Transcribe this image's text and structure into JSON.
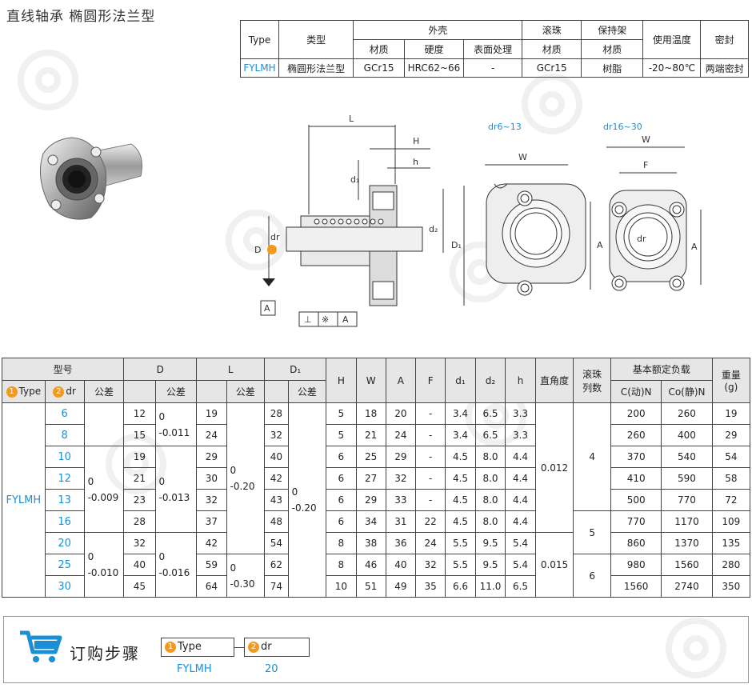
{
  "title": "直线轴承  椭圆形法兰型",
  "spec_table": {
    "headers": {
      "type": "Type",
      "category": "类型",
      "shell": "外壳",
      "ball": "滚珠",
      "cage": "保持架",
      "temp": "使用温度",
      "seal": "密封",
      "material": "材质",
      "hardness": "硬度",
      "surface": "表面处理"
    },
    "row": {
      "type": "FYLMH",
      "category": "椭圆形法兰型",
      "shell_material": "GCr15",
      "shell_hardness": "HRC62~66",
      "shell_surface": "-",
      "ball_material": "GCr15",
      "cage_material": "树脂",
      "temp": "-20~80℃",
      "seal": "两端密封"
    }
  },
  "drawing_labels": {
    "L": "L",
    "H": "H",
    "h": "h",
    "d1": "d₁",
    "d2": "d₂",
    "D1": "D₁",
    "D": "D",
    "dr": "dr",
    "datum": "A",
    "perp": "⊥",
    "star": "※",
    "dr_small": "dr6~13",
    "dr_large": "dr16~30",
    "W": "W",
    "A": "A",
    "F": "F"
  },
  "main_table": {
    "headers": {
      "model": "型号",
      "type": "Type",
      "dr": "dr",
      "tol": "公差",
      "D": "D",
      "L": "L",
      "D1": "D₁",
      "H": "H",
      "W": "W",
      "A": "A",
      "F": "F",
      "d1": "d₁",
      "d2": "d₂",
      "h": "h",
      "perp": "直角度",
      "balls1": "滚珠",
      "balls2": "列数",
      "load": "基本额定负载",
      "C": "C(动)N",
      "Co": "Co(静)N",
      "weight1": "重量",
      "weight2": "(g)"
    },
    "type_value": "FYLMH",
    "rows": [
      {
        "dr": "6",
        "D": "12",
        "L": "19",
        "D1": "28",
        "H": "5",
        "W": "18",
        "A": "20",
        "F": "-",
        "d1": "3.4",
        "d2": "6.5",
        "h": "3.3",
        "C": "200",
        "Co": "260",
        "wt": "19"
      },
      {
        "dr": "8",
        "D": "15",
        "L": "24",
        "D1": "32",
        "H": "5",
        "W": "21",
        "A": "24",
        "F": "-",
        "d1": "3.4",
        "d2": "6.5",
        "h": "3.3",
        "C": "260",
        "Co": "400",
        "wt": "29"
      },
      {
        "dr": "10",
        "D": "19",
        "L": "29",
        "D1": "40",
        "H": "6",
        "W": "25",
        "A": "29",
        "F": "-",
        "d1": "4.5",
        "d2": "8.0",
        "h": "4.4",
        "C": "370",
        "Co": "540",
        "wt": "54"
      },
      {
        "dr": "12",
        "D": "21",
        "L": "30",
        "D1": "42",
        "H": "6",
        "W": "27",
        "A": "32",
        "F": "-",
        "d1": "4.5",
        "d2": "8.0",
        "h": "4.4",
        "C": "410",
        "Co": "590",
        "wt": "58"
      },
      {
        "dr": "13",
        "D": "23",
        "L": "32",
        "D1": "43",
        "H": "6",
        "W": "29",
        "A": "33",
        "F": "-",
        "d1": "4.5",
        "d2": "8.0",
        "h": "4.4",
        "C": "500",
        "Co": "770",
        "wt": "72"
      },
      {
        "dr": "16",
        "D": "28",
        "L": "37",
        "D1": "48",
        "H": "6",
        "W": "34",
        "A": "31",
        "F": "22",
        "d1": "4.5",
        "d2": "8.0",
        "h": "4.4",
        "C": "770",
        "Co": "1170",
        "wt": "109"
      },
      {
        "dr": "20",
        "D": "32",
        "L": "42",
        "D1": "54",
        "H": "8",
        "W": "38",
        "A": "36",
        "F": "24",
        "d1": "5.5",
        "d2": "9.5",
        "h": "5.4",
        "C": "860",
        "Co": "1370",
        "wt": "135"
      },
      {
        "dr": "25",
        "D": "40",
        "L": "59",
        "D1": "62",
        "H": "8",
        "W": "46",
        "A": "40",
        "F": "32",
        "d1": "5.5",
        "d2": "9.5",
        "h": "5.4",
        "C": "980",
        "Co": "1560",
        "wt": "280"
      },
      {
        "dr": "30",
        "D": "45",
        "L": "64",
        "D1": "74",
        "H": "10",
        "W": "51",
        "A": "49",
        "F": "35",
        "d1": "6.6",
        "d2": "11.0",
        "h": "6.5",
        "C": "1560",
        "Co": "2740",
        "wt": "350"
      }
    ],
    "tol_dr": {
      "a_top": "0",
      "a_bot": "-0.009",
      "b_top": "0",
      "b_bot": "-0.010"
    },
    "tol_D": {
      "a_top": "0",
      "a_bot": "-0.011",
      "b_top": "0",
      "b_bot": "-0.013",
      "c_top": "0",
      "c_bot": "-0.016"
    },
    "tol_L": {
      "a_top": "0",
      "a_bot": "-0.20",
      "b_top": "0",
      "b_bot": "-0.30"
    },
    "tol_D1": {
      "top": "0",
      "bot": "-0.20"
    },
    "perp": {
      "a": "0.012",
      "b": "0.015"
    },
    "balls": {
      "a": "4",
      "b": "5",
      "c": "6"
    }
  },
  "order": {
    "label": "订购步骤",
    "badge1": "1",
    "badge2": "2",
    "type_label": "Type",
    "dr_label": "dr",
    "type_value": "FYLMH",
    "dr_value": "20"
  },
  "colors": {
    "accent_blue": "#1a8fd6",
    "badge_orange": "#f29a1f",
    "header_gray": "#e6e6e6"
  }
}
